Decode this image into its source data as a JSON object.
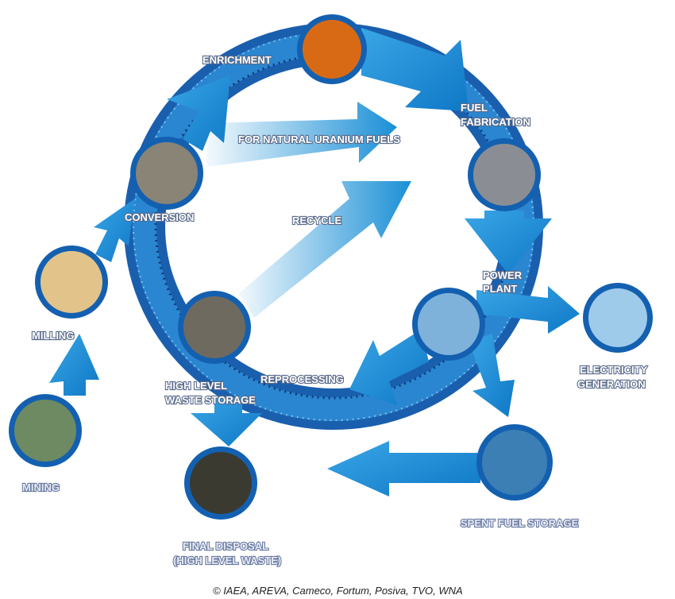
{
  "stages": {
    "enrichment": "ENRICHMENT",
    "fuel_fabrication": [
      "FUEL",
      "FABRICATION"
    ],
    "power_plant": [
      "POWER",
      "PLANT"
    ],
    "electricity_generation": [
      "ELECTRICITY",
      "GENERATION"
    ],
    "spent_fuel_storage": "SPENT FUEL STORAGE",
    "reprocessing": "REPROCESSING",
    "high_level_waste_storage": [
      "HIGH LEVEL",
      "WASTE STORAGE"
    ],
    "final_disposal": [
      "FINAL DISPOSAL",
      "(HIGH LEVEL WASTE)"
    ],
    "mining": "MINING",
    "milling": "MILLING",
    "conversion": "CONVERSION"
  },
  "flows": {
    "natural_uranium": "FOR NATURAL URANIUM FUELS",
    "recycle": "RECYCLE"
  },
  "copyright": "© IAEA, AREVA, Cameco, Fortum, Posiva, TVO, WNA",
  "colors": {
    "ring": "#1f6fbf",
    "arrow": "#1a8fd6",
    "label_outline": "#5a6a8a"
  }
}
